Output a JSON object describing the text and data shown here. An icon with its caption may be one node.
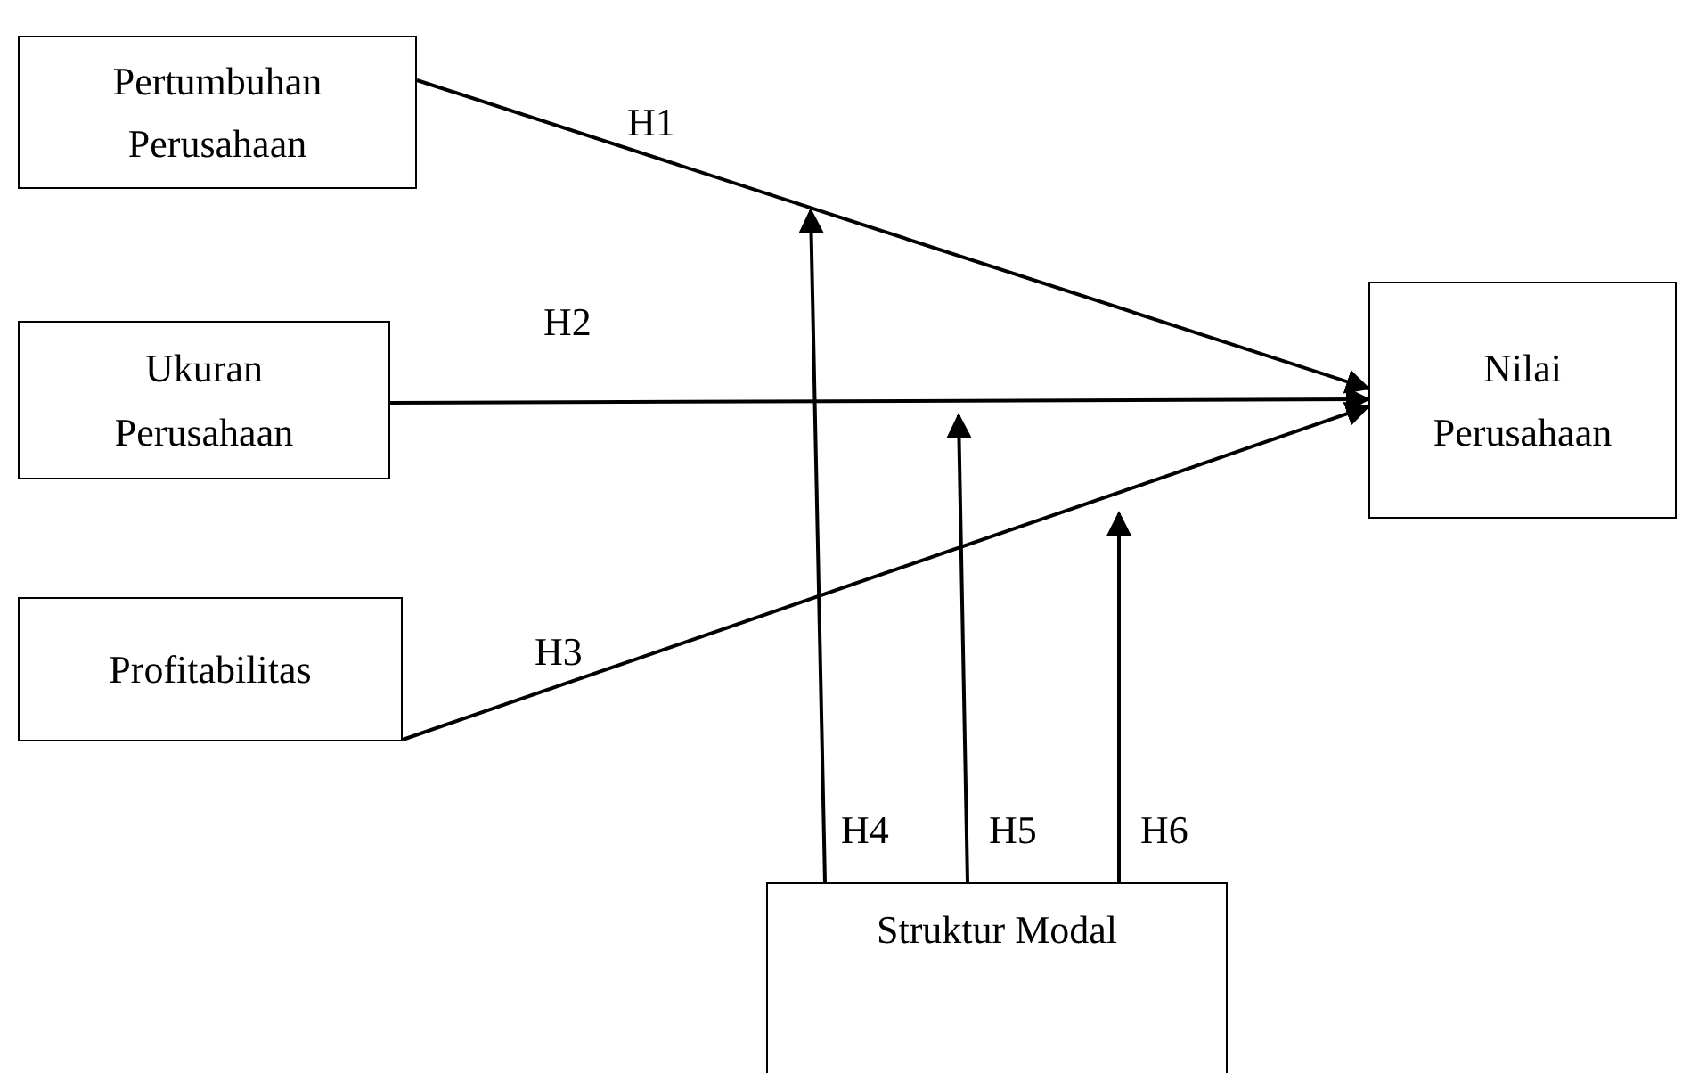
{
  "diagram": {
    "nodes": [
      {
        "text": [
          "Pertumbuhan Perusahaan"
        ]
      },
      {
        "text": [
          "Ukuran Perusahaan"
        ]
      },
      {
        "text": [
          "Profitabilitas"
        ]
      },
      {
        "text": [
          "Nilai Perusahaan"
        ]
      },
      {
        "text": [
          "Struktur Modal"
        ]
      }
    ],
    "edges": [
      {
        "from": 0,
        "to": 3,
        "arrow": "to",
        "label": "H1"
      },
      {
        "from": 1,
        "to": 3,
        "arrow": "to",
        "label": "H2"
      },
      {
        "from": 2,
        "to": 3,
        "arrow": "to",
        "label": "H3"
      },
      {
        "from": 4,
        "to": null,
        "arrow": "to",
        "label": "H4"
      },
      {
        "from": 4,
        "to": null,
        "arrow": "to",
        "label": "H5"
      },
      {
        "from": 4,
        "to": null,
        "arrow": "to",
        "label": "H6"
      }
    ]
  }
}
